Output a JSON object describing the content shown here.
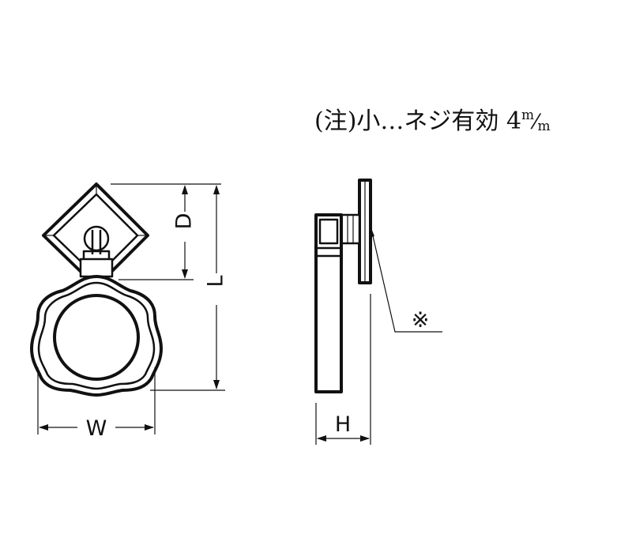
{
  "note": {
    "prefix": "(注)小…ネジ有効 4",
    "unit_num": "m",
    "unit_slash": "⁄",
    "unit_den": "m"
  },
  "dimensions": {
    "width_label": "W",
    "depth_label": "D",
    "length_label": "L",
    "height_label": "H"
  },
  "callout_mark": "※"
}
